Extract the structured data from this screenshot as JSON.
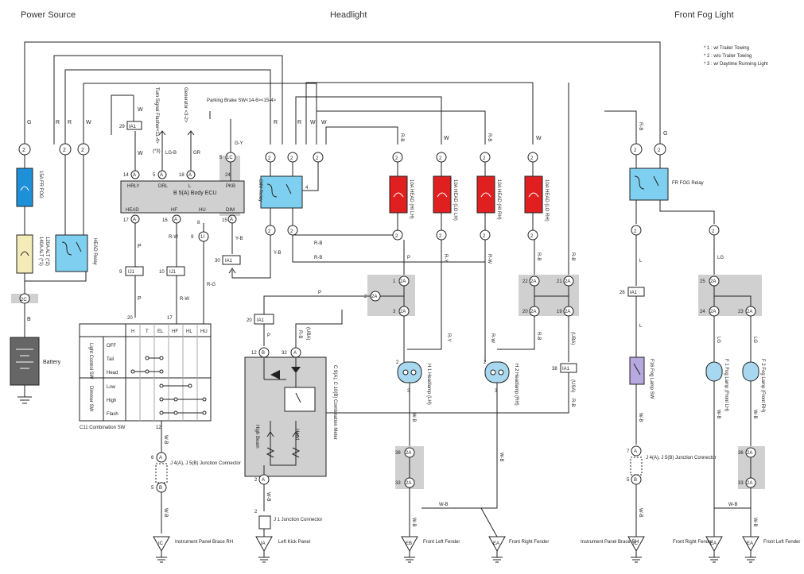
{
  "sections": {
    "power_source": "Power Source",
    "headlight": "Headlight",
    "front_fog_light": "Front Fog Light"
  },
  "notes": [
    "* 1 : w/ Trailer Towing",
    "* 2 : w/o Trailer Towing",
    "* 3 : w/ Daytime Running Light"
  ],
  "fuses": {
    "fr_fog": "15A FR FOG",
    "alt_1": "140A ALT (*1)",
    "alt_2": "120A ALT (*2)",
    "head_hi_lh": "10A HEAD (HI LH)",
    "head_lo_lh": "10A HEAD (LO LH)",
    "head_hi_rh": "10A HEAD (HI RH)",
    "head_lo_rh": "10A HEAD (LO RH)"
  },
  "relays": {
    "head": "HEAD Relay",
    "dim": "DIM Relay",
    "fr_fog": "FR FOG Relay"
  },
  "ecu": {
    "name": "B 5(A) Body ECU",
    "pins_top": [
      {
        "num": "14",
        "conn": "A",
        "name": "HRLY"
      },
      {
        "num": "5",
        "conn": "A",
        "name": "DRL"
      },
      {
        "num": "18",
        "conn": "A",
        "name": "L"
      },
      {
        "num": "24",
        "conn": "",
        "name": "PKB"
      }
    ],
    "pins_bottom": [
      {
        "num": "17",
        "conn": "A",
        "name": "HEAD"
      },
      {
        "num": "16",
        "conn": "A",
        "name": "HF"
      },
      {
        "num": "8",
        "conn": "",
        "name": "HU"
      },
      {
        "num": "15",
        "conn": "A",
        "name": "DIM"
      }
    ]
  },
  "signals": {
    "turn_signal": "Turn Signal Flasher<11-4>",
    "generator": "Generator <3-2>",
    "parking_brake": "Parking Brake SW<14-6><15-4>",
    "star3": "(*3)"
  },
  "battery": "Battery",
  "combination_sw": {
    "name": "C11 Combination SW",
    "headers": [
      "H",
      "T",
      "EL",
      "HF",
      "HL",
      "HU"
    ],
    "group_light": "Light Control SW",
    "group_dimmer": "Dimmer SW",
    "rows_light": [
      "OFF",
      "Tail",
      "Head"
    ],
    "rows_dimmer": [
      "Low",
      "High",
      "Flash"
    ],
    "top_pin": "20",
    "pin_hf": "17",
    "pin_bottom": "12"
  },
  "meter": {
    "name": "C 9(A), C 10(B) Combination Meter",
    "high_beam": "High Beam",
    "head": "Head",
    "uba": "(UBA)"
  },
  "headlamps": {
    "h1": "H 1 Headlamp (LH)",
    "h2": "H 2 Headlamp (RH)"
  },
  "fog": {
    "sw": "F16 Fog Lamp SW",
    "f1": "F 1 Fog Lamp (Front LH)",
    "f2": "F 2 Fog Lamp (Front RH)"
  },
  "connectors": {
    "ia1": "IA1",
    "ij1": "IJ1",
    "ii": "1I",
    "ic": "1C",
    "c2": "2C",
    "a2": "2A",
    "two": "2",
    "junction": "J 4(A), J 5(B) Junction Connector",
    "j1": "J 1 Junction Connector"
  },
  "uba": "(UBA)",
  "usa": "(USA)",
  "grounds": {
    "ic": "IC",
    "ia": "IA",
    "eb": "EB",
    "ea": "EA",
    "ic_label": "Instrument Panel Brace RH",
    "ia_label": "Left Kick Panel",
    "eb_label": "Front Left Fender",
    "ea_label": "Front Right Fender",
    "ic2_label": "Instrument Panel Brace RH",
    "ea2_label": "Front Right Fender",
    "ea3_label": "Front Left Fender"
  },
  "wires": {
    "g": "G",
    "r": "R",
    "w": "W",
    "b": "B",
    "p": "P",
    "l": "L",
    "lg": "LG",
    "gr": "GR",
    "lgb": "LG-B",
    "gy": "G-Y",
    "yb": "Y-B",
    "rb": "R-B",
    "rw": "R-W",
    "ry": "R-Y",
    "rg": "R-G",
    "wb": "W-B"
  },
  "colors": {
    "fuse_blue": "#1e90d8",
    "fuse_red": "#e02020",
    "fuse_ivory": "#f4ecb8",
    "relay_blue": "#7fd0f0",
    "lamp_blue": "#a8d8f0",
    "sw_purple": "#b8a8e0",
    "battery_gray": "#666666",
    "shade_gray": "#d0d0d0"
  }
}
